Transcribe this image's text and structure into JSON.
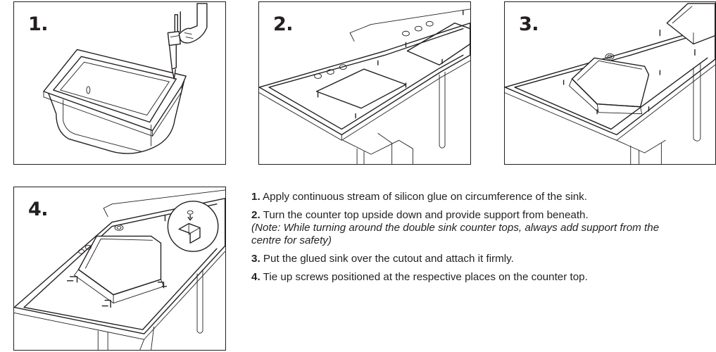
{
  "steps": [
    {
      "label": "1.",
      "illustration": "sink-glue-application"
    },
    {
      "label": "2.",
      "illustration": "counter-top-upside-down"
    },
    {
      "label": "3.",
      "illustration": "sink-placed-over-cutout"
    },
    {
      "label": "4.",
      "illustration": "screws-tied-on-counter-top"
    }
  ],
  "instructions": [
    {
      "num": "1.",
      "text": " Apply continuous stream of silicon glue on circumference of the sink."
    },
    {
      "num": "2.",
      "text": " Turn the counter top upside down and provide support from beneath."
    },
    {
      "num": "3.",
      "text": " Put the glued sink over the cutout and attach it firmly."
    },
    {
      "num": "4.",
      "text": " Tie up screws positioned at the respective places on the counter top."
    }
  ],
  "note": {
    "line1": "(Note: While turning around the double sink counter tops, always add support from the",
    "line2": "centre for safety)"
  }
}
